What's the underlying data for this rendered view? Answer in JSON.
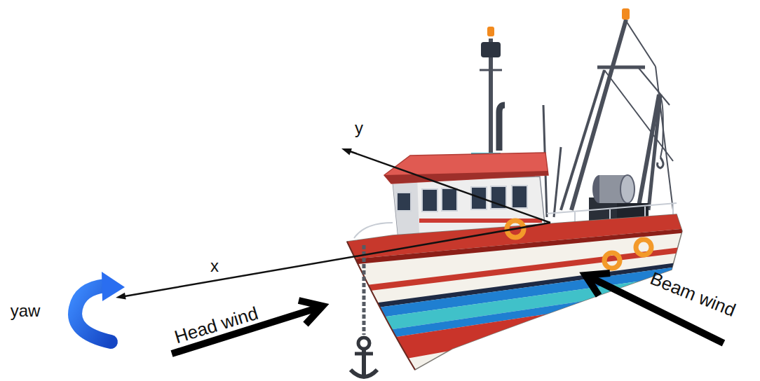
{
  "diagram": {
    "labels": [
      "y",
      "x",
      "yaw",
      "Head wind",
      "Beam wind"
    ]
  }
}
